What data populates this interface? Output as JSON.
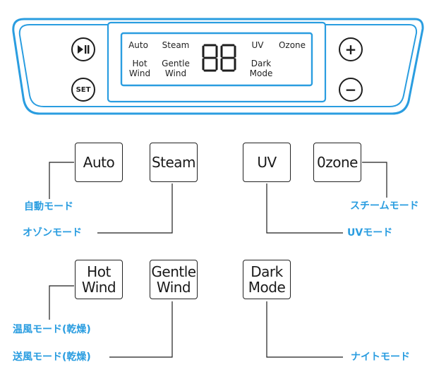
{
  "colors": {
    "accent": "#2a9de0",
    "ink": "#1e1e1e"
  },
  "panel": {
    "lcd": {
      "auto": "Auto",
      "steam": "Steam",
      "uv": "UV",
      "ozone": "Ozone",
      "hot_wind": "Hot\nWind",
      "gentle_wind": "Gentle\nWind",
      "dark_mode": "Dark\nMode",
      "digits": "88"
    },
    "buttons": {
      "play_pause_icon": "play-pause-icon",
      "set": "SET",
      "plus": "+",
      "minus": "−"
    }
  },
  "keys": {
    "auto": "Auto",
    "steam": "Steam",
    "uv": "UV",
    "ozone": "0zone",
    "hot_wind": "Hot\nWind",
    "gentle_wind": "Gentle\nWind",
    "dark_mode": "Dark\nMode"
  },
  "callouts": {
    "auto": "自動モード",
    "steam": "オゾンモード",
    "uv": "UVモード",
    "ozone": "スチームモード",
    "hot_wind": "温風モード(乾燥)",
    "gentle_wind": "送風モード(乾燥)",
    "dark_mode": "ナイトモード"
  }
}
